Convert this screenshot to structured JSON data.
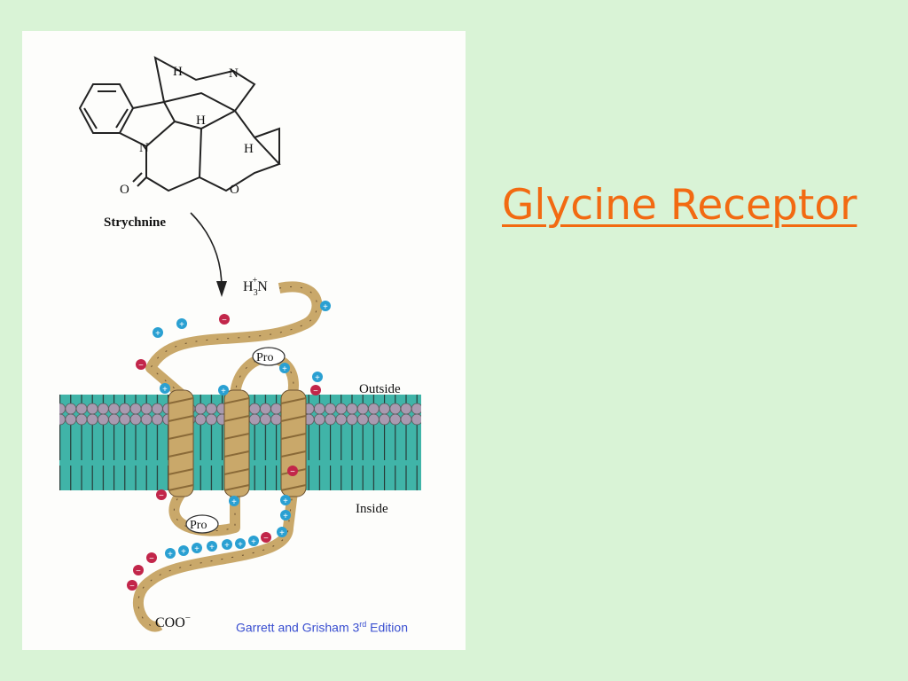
{
  "slide": {
    "title": "Glycine Receptor",
    "title_color": "#f26a12",
    "background": "#d9f3d6"
  },
  "figure": {
    "molecule": {
      "name": "Strychnine",
      "atoms": {
        "n1": "N",
        "n2": "N",
        "o1": "O",
        "o2": "O",
        "h1": "H",
        "h2": "H",
        "h3": "H"
      }
    },
    "receptor": {
      "n_terminus": "H3N",
      "n_terminus_sub": "3",
      "n_terminus_sup": "+",
      "c_terminus": "COO",
      "c_terminus_sup": "−",
      "outside_label": "Outside",
      "inside_label": "Inside",
      "pro_top": "Pro",
      "pro_bottom": "Pro"
    },
    "colors": {
      "positive": "#2aa0d2",
      "negative": "#c2264a",
      "lipid_head": "#a99ab0",
      "lipid_tail": "#40b4a8",
      "helix": "#c9a86a"
    }
  },
  "citation": {
    "text": "Garrett and Grisham 3",
    "sup": "rd",
    "suffix": " Edition"
  }
}
